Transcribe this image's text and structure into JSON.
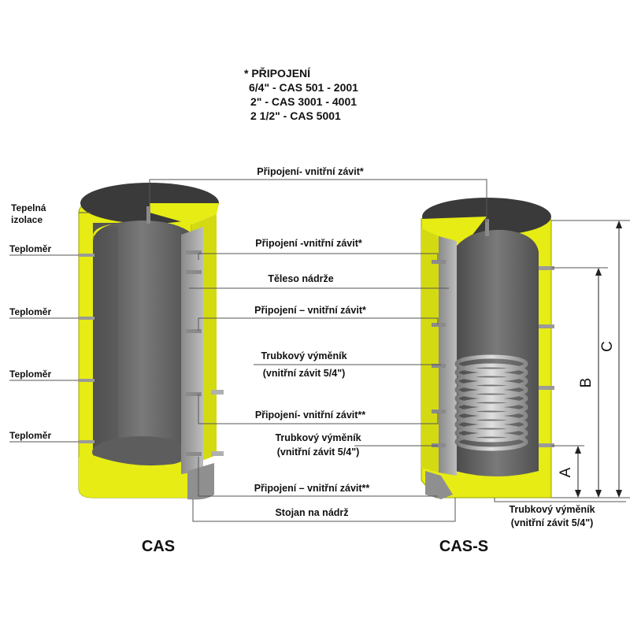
{
  "notes": {
    "heading": "* PŘIPOJENÍ",
    "lines": [
      "6/4\" - CAS 501 - 2001",
      "2\" - CAS 3001 - 4001",
      "2 1/2\" - CAS 5001"
    ]
  },
  "left_labels": {
    "insulation_1": "Tepelná",
    "insulation_2": "izolace",
    "thermometer": "Teploměr"
  },
  "center_labels": {
    "conn_top": "Připojení- vnitřní závit*",
    "conn_2": "Připojení -vnitřní závit*",
    "body": "Těleso nádrže",
    "conn_3": "Připojení – vnitřní závit*",
    "exchanger_1a": "Trubkový výměník",
    "exchanger_1b": "(vnitřní závit 5/4\")",
    "conn_4": "Připojení- vnitřní závit**",
    "exchanger_2a": "Trubkový výměník",
    "exchanger_2b": "(vnitřní závit 5/4\")",
    "conn_5": "Připojení – vnitřní závit**",
    "stand": "Stojan na nádrž"
  },
  "right_labels": {
    "exchanger_a": "Trubkový výměník",
    "exchanger_b": "(vnitřní závit 5/4\")"
  },
  "dimensions": {
    "a": "A",
    "b": "B",
    "c": "C"
  },
  "titles": {
    "left": "CAS",
    "right": "CAS-S"
  },
  "colors": {
    "insulation": "#e6ec14",
    "insulation_dark": "#b9c010",
    "tank": "#6e6e6e",
    "lid": "#3a3a3a"
  }
}
